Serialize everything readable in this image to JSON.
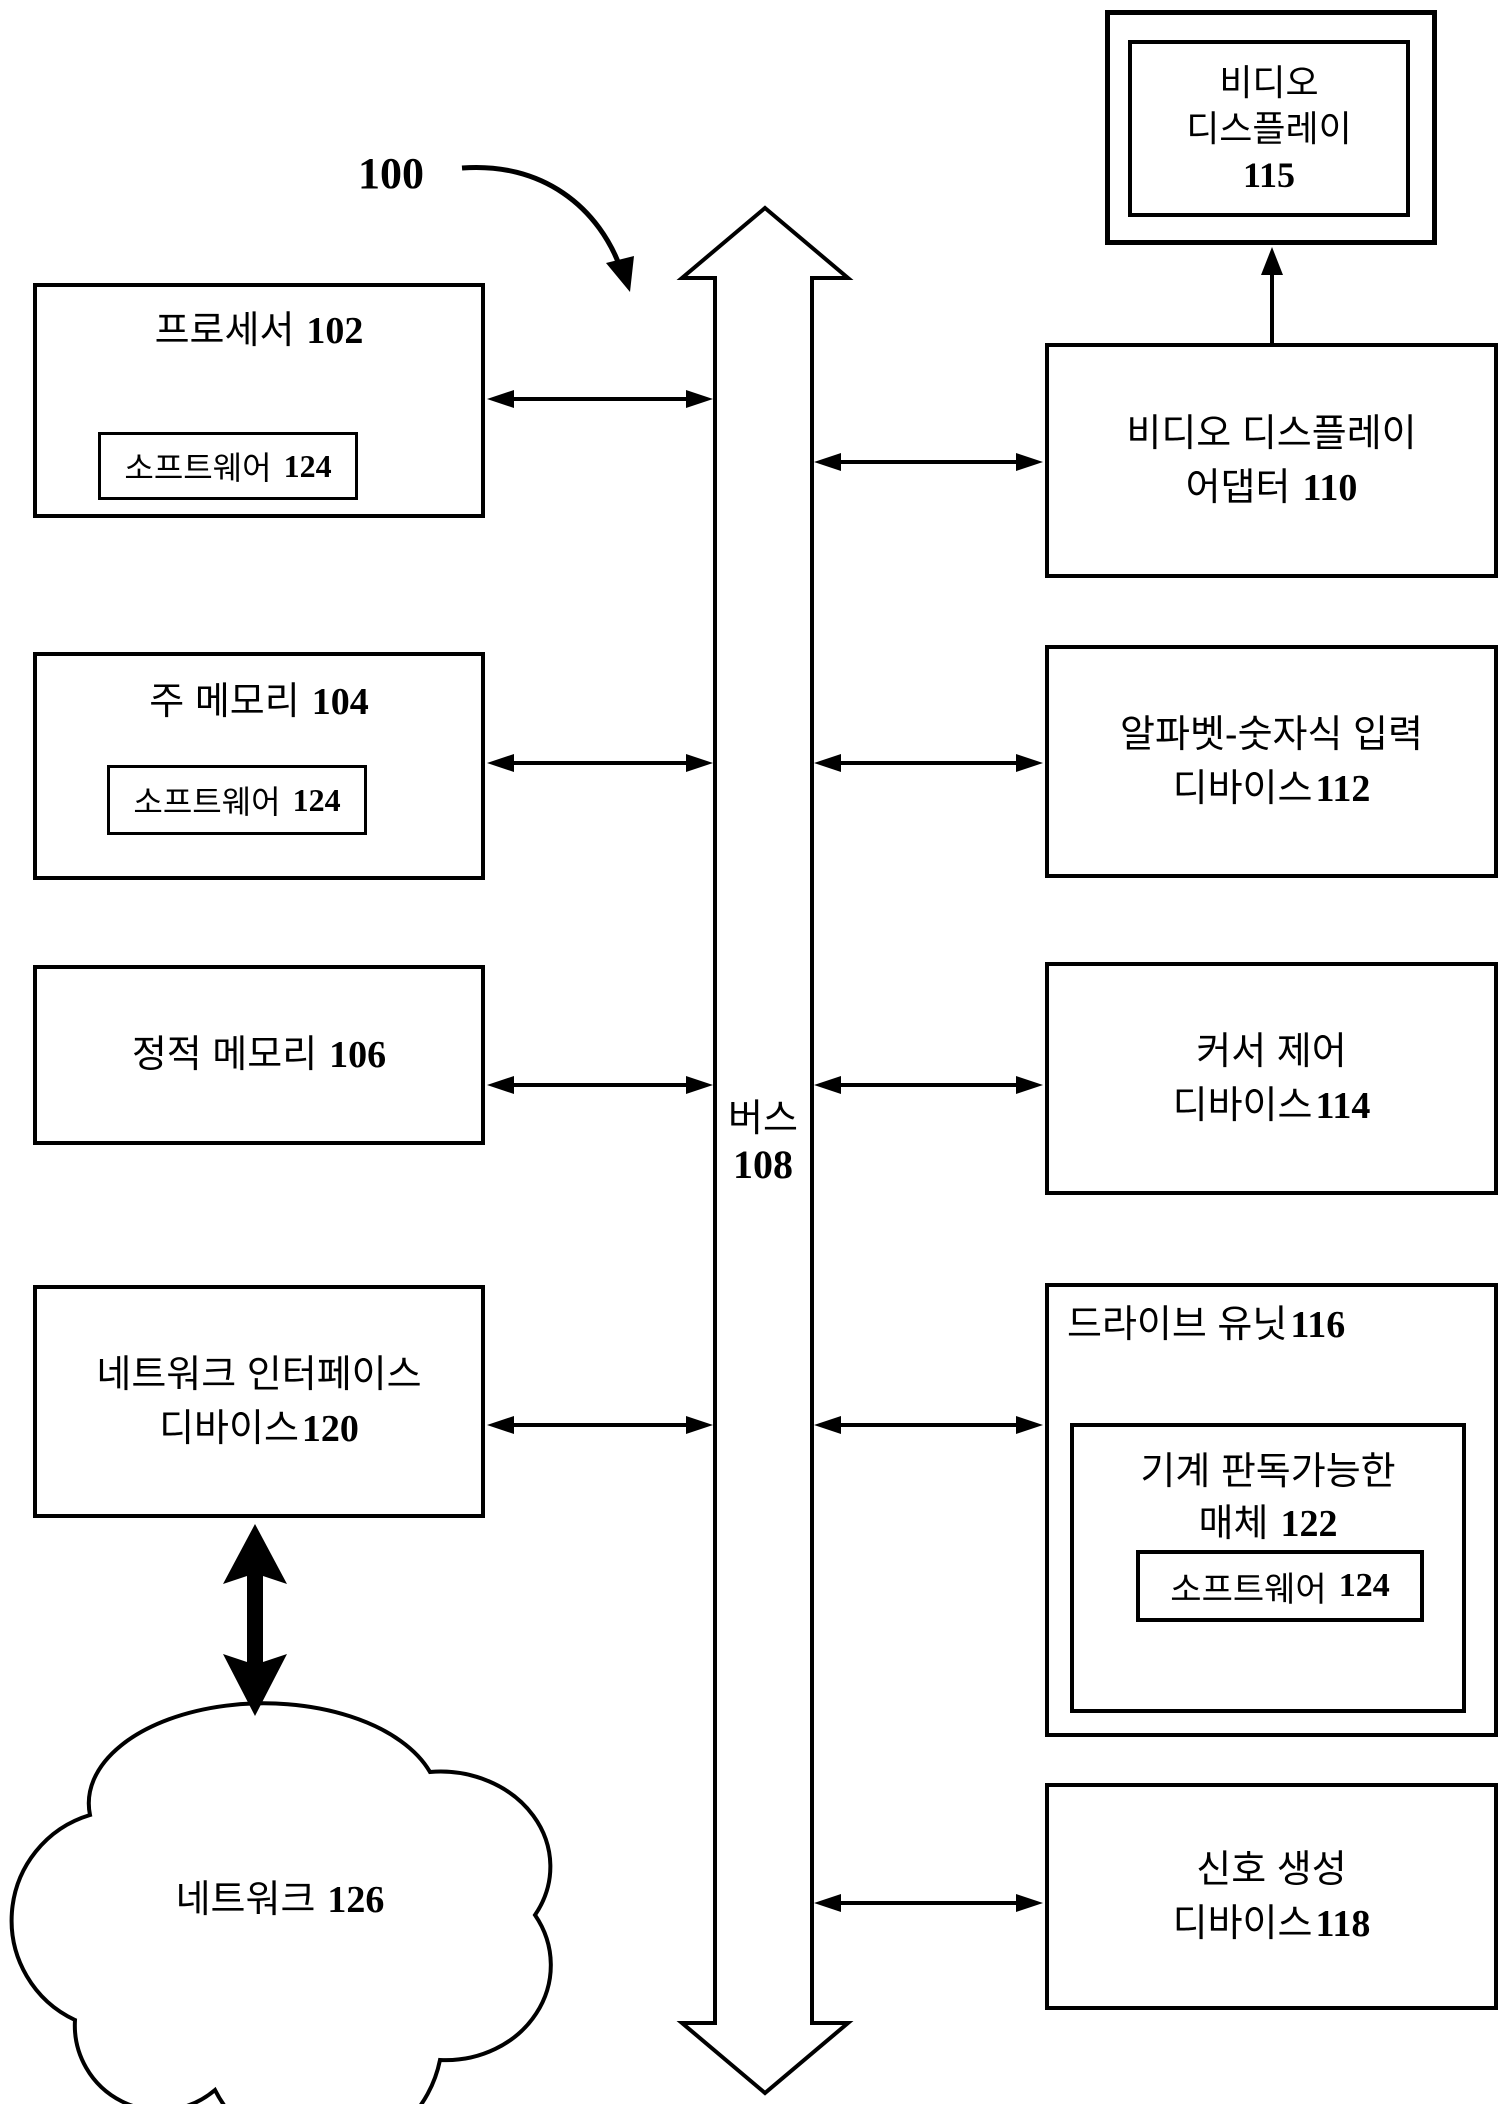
{
  "figure": {
    "reference_label": "100",
    "bus": {
      "label": "버스",
      "num": "108"
    },
    "video_display": {
      "line1": "비디오",
      "line2": "디스플레이",
      "num": "115"
    },
    "left": {
      "processor": {
        "label": "프로세서",
        "num": "102",
        "software": {
          "label": "소프트웨어",
          "num": "124"
        }
      },
      "main_memory": {
        "label": "주 메모리",
        "num": "104",
        "software": {
          "label": "소프트웨어",
          "num": "124"
        }
      },
      "static_memory": {
        "label": "정적 메모리",
        "num": "106"
      },
      "network_interface": {
        "line1": "네트워크 인터페이스",
        "line2": "디바이스",
        "num": "120"
      },
      "network_cloud": {
        "label": "네트워크",
        "num": "126"
      }
    },
    "right": {
      "video_adapter": {
        "line1": "비디오 디스플레이",
        "line2": "어댑터",
        "num": "110"
      },
      "alphanumeric_input": {
        "line1": "알파벳-숫자식 입력",
        "line2": "디바이스",
        "num": "112"
      },
      "cursor_control": {
        "line1": "커서 제어",
        "line2": "디바이스",
        "num": "114"
      },
      "drive_unit": {
        "label": "드라이브 유닛",
        "num": "116",
        "medium": {
          "line1": "기계 판독가능한",
          "line2": "매체",
          "num": "122",
          "software": {
            "label": "소프트웨어",
            "num": "124"
          }
        }
      },
      "signal_generation": {
        "line1": "신호 생성",
        "line2": "디바이스",
        "num": "118"
      }
    },
    "colors": {
      "ink": "#000000",
      "paper": "#ffffff"
    }
  }
}
